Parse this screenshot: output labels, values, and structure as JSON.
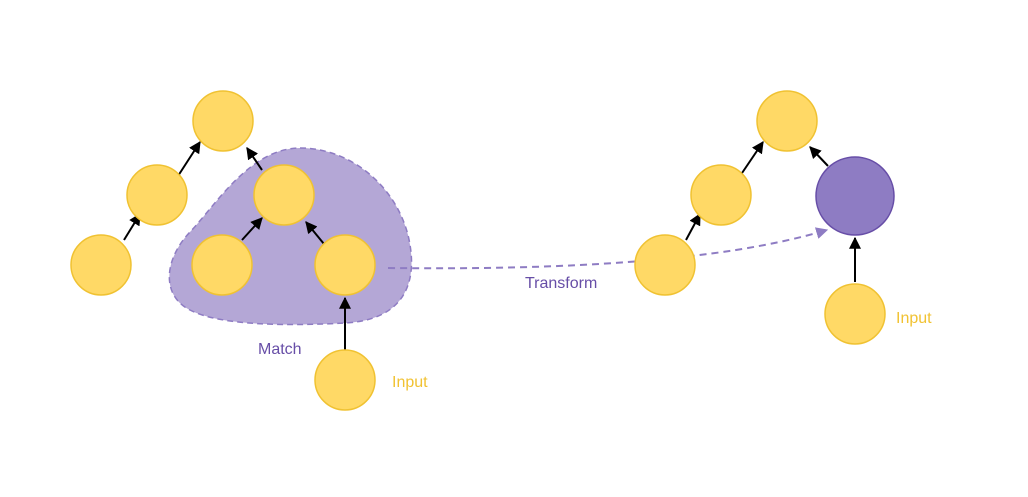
{
  "colors": {
    "node_fill": "#FFD966",
    "node_stroke": "#F0C232",
    "highlight_fill": "#8E7CC3",
    "highlight_stroke": "#674EA7",
    "region_fill": "#B4A7D6",
    "region_stroke": "#8E7CC3",
    "edge": "#000000",
    "match_label": "#674EA7",
    "input_label": "#F1C232"
  },
  "labels": {
    "match": "Match",
    "transform": "Transform",
    "input_left": "Input",
    "input_right": "Input"
  }
}
